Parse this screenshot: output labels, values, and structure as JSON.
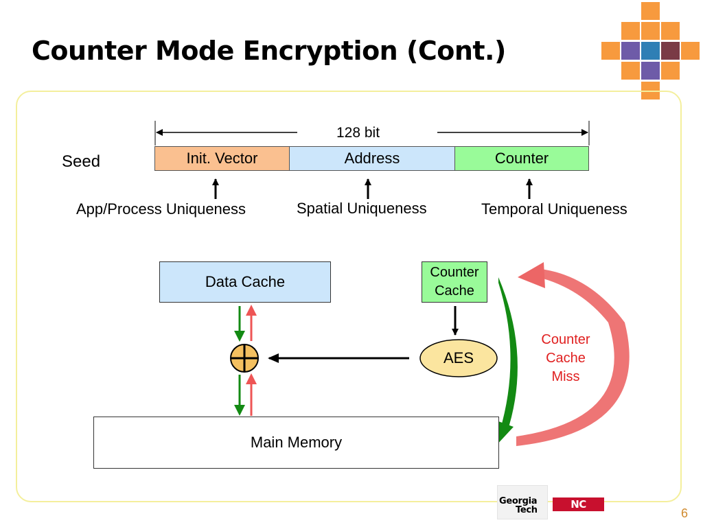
{
  "title": "Counter Mode Encryption (Cont.)",
  "bit_width_label": "128 bit",
  "seed_label": "Seed",
  "seed_fields": [
    {
      "label": "Init. Vector",
      "color": "#fac090"
    },
    {
      "label": "Address",
      "color": "#cce6fb"
    },
    {
      "label": "Counter",
      "color": "#99fb99"
    }
  ],
  "uniqueness_labels": [
    "App/Process Uniqueness",
    "Spatial Uniqueness",
    "Temporal Uniqueness"
  ],
  "blocks": {
    "data_cache": "Data Cache",
    "counter_cache_line1": "Counter",
    "counter_cache_line2": "Cache",
    "aes": "AES",
    "main_memory": "Main Memory"
  },
  "miss_label": {
    "line1": "Counter",
    "line2": "Cache",
    "line3": "Miss"
  },
  "colors": {
    "miss_text": "#e02020",
    "green_arrow": "#138a13",
    "red_arrow": "#ee5555",
    "xor_fill": "#f4c060",
    "aes_fill": "#fbe59f",
    "counter_cache_fill": "#99fb99",
    "data_cache_fill": "#cce6fb",
    "frame_border": "#f4ef9c",
    "page_number": "#d08a2f"
  },
  "logos": {
    "georgia_tech_line1": "Georgia",
    "georgia_tech_line2": "Tech",
    "nc_state": "NC STATE"
  },
  "page_number": "6"
}
